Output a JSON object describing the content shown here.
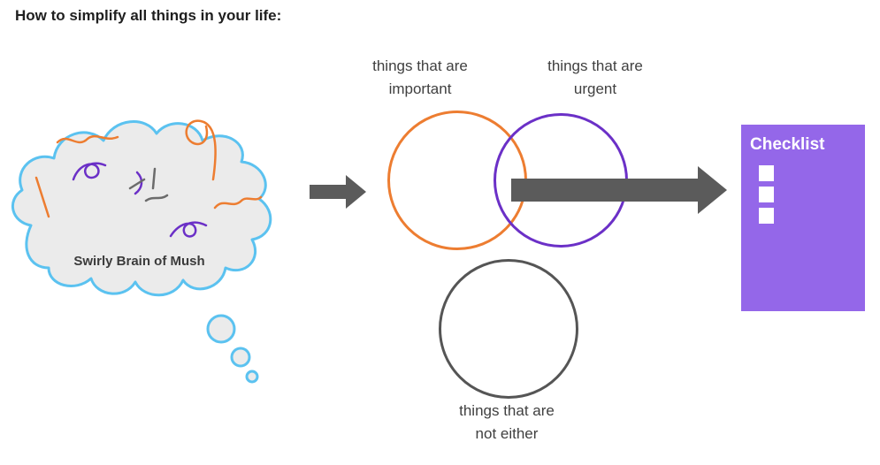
{
  "title": "How to simplify all things in your life:",
  "cloud": {
    "label": "Swirly Brain of Mush"
  },
  "venn": {
    "important_label": "things that are\nimportant",
    "urgent_label": "things that are\nurgent",
    "not_either_label": "things that are\nnot either"
  },
  "checklist": {
    "title": "Checklist",
    "item_count": 3
  },
  "colors": {
    "cloud_outline": "#5BC2F0",
    "cloud_fill": "#EBEBEB",
    "orange": "#ED7D31",
    "purple": "#6B30C7",
    "arrow_gray": "#5B5B5B",
    "circle_gray": "#555555",
    "checklist_fill": "#9467E9",
    "text": "#404040"
  }
}
